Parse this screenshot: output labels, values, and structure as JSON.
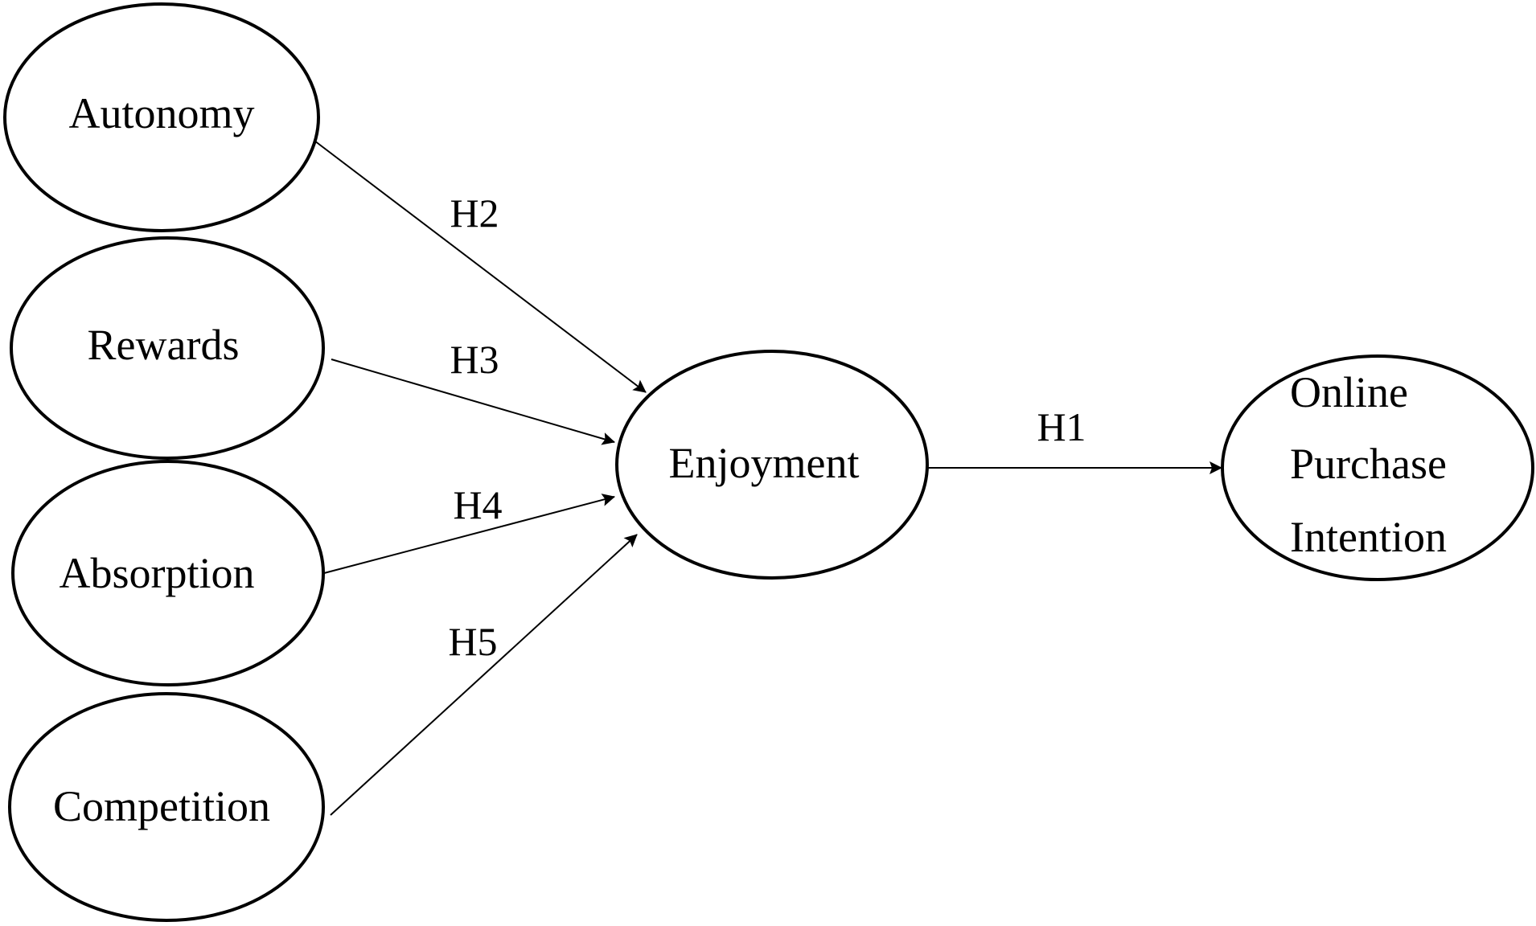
{
  "colors": {
    "background": "#ffffff",
    "stroke": "#000000",
    "text": "#000000"
  },
  "nodes": {
    "autonomy": {
      "label": "Autonomy"
    },
    "rewards": {
      "label": "Rewards"
    },
    "absorption": {
      "label": "Absorption"
    },
    "competition": {
      "label": "Competition"
    },
    "enjoyment": {
      "label": "Enjoyment"
    },
    "intention": {
      "lines": [
        "Online",
        "Purchase",
        "Intention"
      ]
    }
  },
  "edges": [
    {
      "from": "Autonomy",
      "to": "Enjoyment",
      "label": "H2"
    },
    {
      "from": "Rewards",
      "to": "Enjoyment",
      "label": "H3"
    },
    {
      "from": "Absorption",
      "to": "Enjoyment",
      "label": "H4"
    },
    {
      "from": "Competition",
      "to": "Enjoyment",
      "label": "H5"
    },
    {
      "from": "Enjoyment",
      "to": "Online Purchase Intention",
      "label": "H1"
    }
  ]
}
